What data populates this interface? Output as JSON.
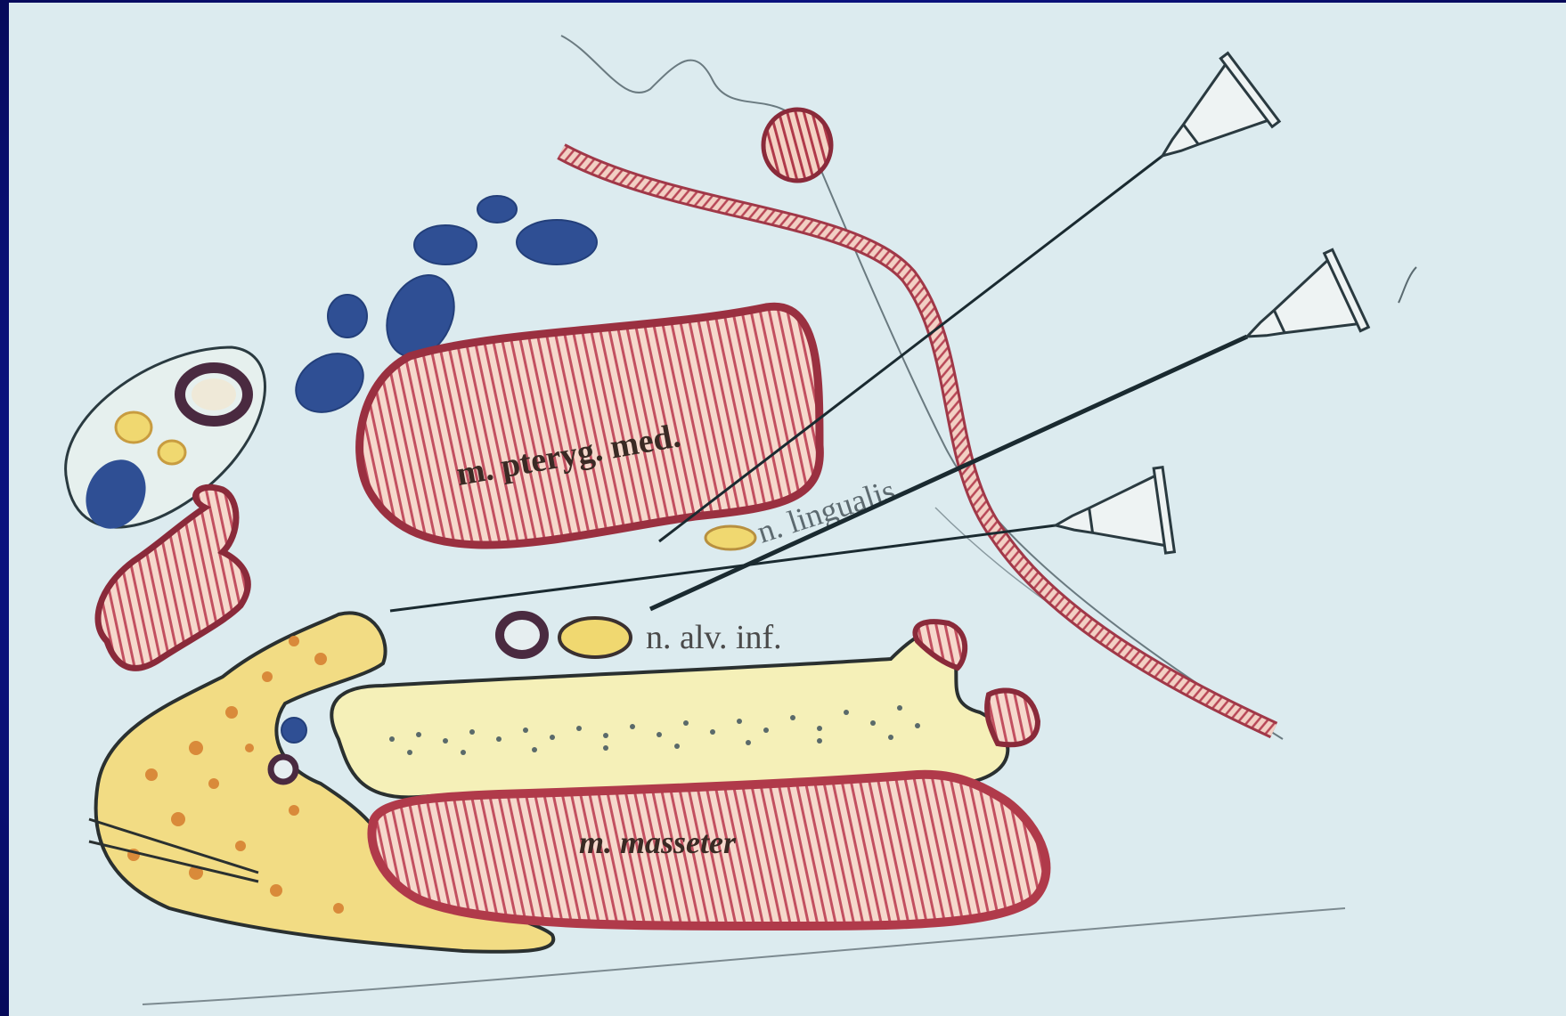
{
  "labels": {
    "pteryg": "m. pteryg. med.",
    "lingualis": "n. lingualis",
    "alv_inf": "n. alv. inf.",
    "masseter": "m. masseter"
  },
  "colors": {
    "frame": "#0d1690",
    "paper": "#dcebef",
    "muscle_fill": "#f3cfc3",
    "muscle_stripe": "#b8404a",
    "muscle_edge": "#8a2a3a",
    "fat_yellow": "#f0d870",
    "bone_yellow": "#f5f0b8",
    "vessel_blue": "#2f4f94",
    "vessel_dark": "#4a2a40",
    "needle": "#1a2a30"
  },
  "icons": [
    "syringe-icon",
    "syringe-icon",
    "syringe-icon"
  ]
}
